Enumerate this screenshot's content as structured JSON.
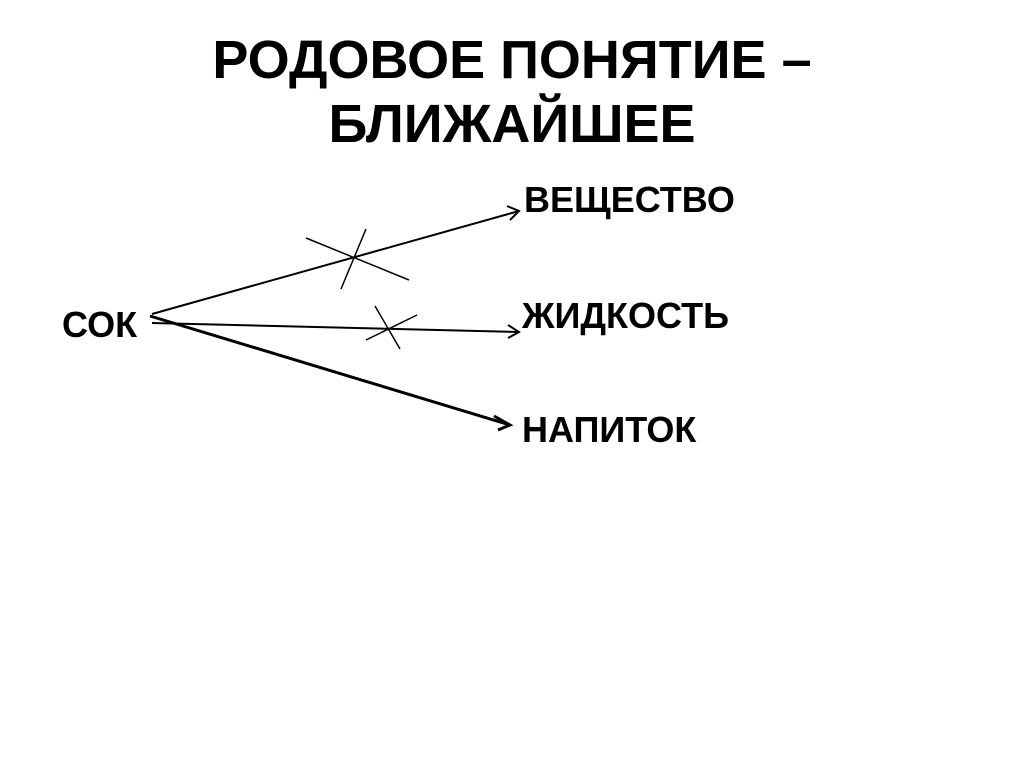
{
  "slide": {
    "title_line1": "РОДОВОЕ ПОНЯТИЕ –",
    "title_line2": "БЛИЖАЙШЕЕ"
  },
  "diagram": {
    "source": "СОК",
    "targets": [
      {
        "label": "ВЕЩЕСТВО",
        "crossed_out": true
      },
      {
        "label": "ЖИДКОСТЬ",
        "crossed_out": true
      },
      {
        "label": "НАПИТОК",
        "crossed_out": false
      }
    ]
  }
}
